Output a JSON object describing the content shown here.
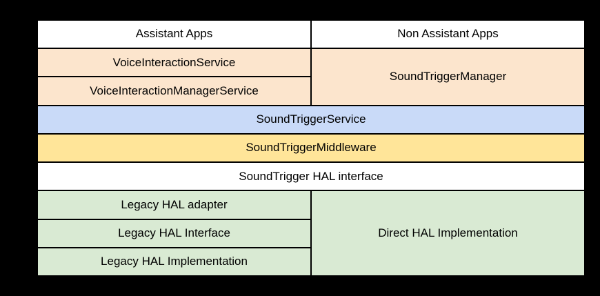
{
  "canvas": {
    "background": "#000000",
    "grid_line_color": "#000000",
    "text_color": "#000000"
  },
  "palette": {
    "white": "#ffffff",
    "peach": "#fce5cd",
    "blue": "#c9daf8",
    "yellow": "#ffe599",
    "green": "#d9ead3"
  },
  "diagram": {
    "apps": {
      "assistant": "Assistant Apps",
      "non_assistant": "Non Assistant Apps"
    },
    "voice_layer": {
      "voice_interaction_service": "VoiceInteractionService",
      "voice_interaction_manager_service": "VoiceInteractionManagerService",
      "sound_trigger_manager": "SoundTriggerManager"
    },
    "service_layer": {
      "sound_trigger_service": "SoundTriggerService"
    },
    "middleware_layer": {
      "sound_trigger_middleware": "SoundTriggerMiddleware"
    },
    "hal_interface_layer": {
      "sound_trigger_hal_interface": "SoundTrigger HAL interface"
    },
    "hal_layer": {
      "legacy_hal_adapter": "Legacy HAL adapter",
      "legacy_hal_interface": "Legacy HAL Interface",
      "legacy_hal_implementation": "Legacy HAL Implementation",
      "direct_hal_implementation": "Direct HAL Implementation"
    }
  }
}
